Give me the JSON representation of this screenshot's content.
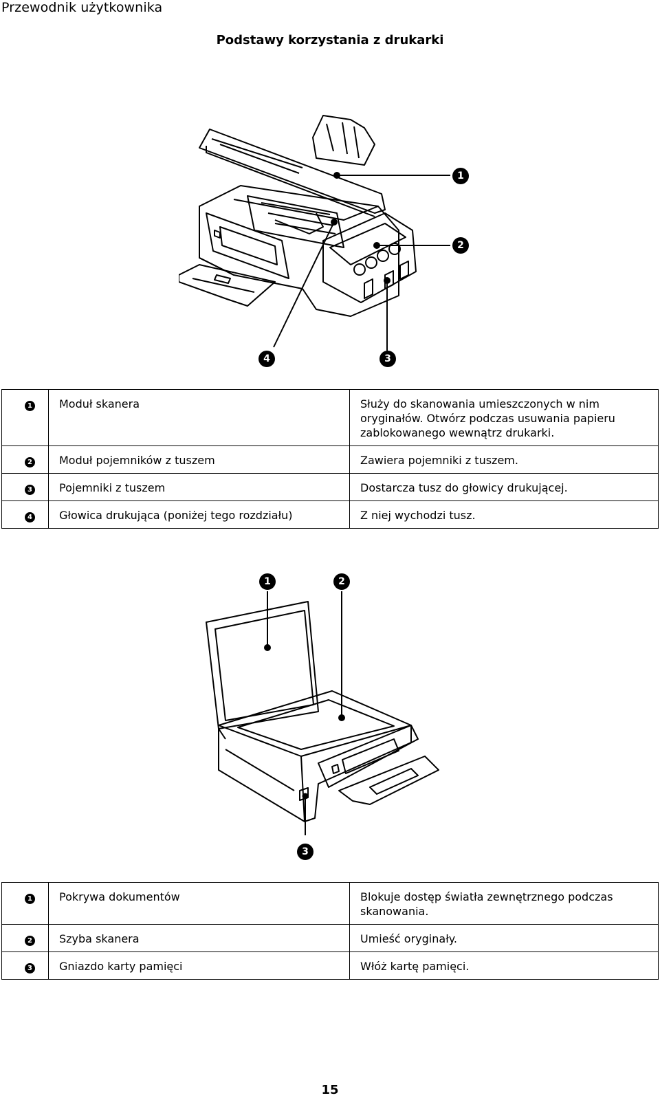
{
  "header": {
    "label": "Przewodnik użytkownika"
  },
  "section": {
    "title": "Podstawy korzystania z drukarki"
  },
  "figure1": {
    "callouts": [
      "1",
      "2",
      "3",
      "4"
    ]
  },
  "table1": {
    "rows": [
      {
        "num": "1",
        "name": "Moduł skanera",
        "desc": "Służy do skanowania umieszczonych w nim oryginałów. Otwórz podczas usuwania papieru zablokowanego wewnątrz drukarki."
      },
      {
        "num": "2",
        "name": "Moduł pojemników z tuszem",
        "desc": "Zawiera pojemniki z tuszem."
      },
      {
        "num": "3",
        "name": "Pojemniki z tuszem",
        "desc": "Dostarcza tusz do głowicy drukującej."
      },
      {
        "num": "4",
        "name": "Głowica drukująca (poniżej tego rozdziału)",
        "desc": "Z niej wychodzi tusz."
      }
    ]
  },
  "figure2": {
    "callouts": [
      "1",
      "2",
      "3"
    ]
  },
  "table2": {
    "rows": [
      {
        "num": "1",
        "name": "Pokrywa dokumentów",
        "desc": "Blokuje dostęp światła zewnętrznego podczas skanowania."
      },
      {
        "num": "2",
        "name": "Szyba skanera",
        "desc": "Umieść oryginały."
      },
      {
        "num": "3",
        "name": "Gniazdo karty pamięci",
        "desc": "Włóż kartę pamięci."
      }
    ]
  },
  "footer": {
    "page_number": "15"
  }
}
